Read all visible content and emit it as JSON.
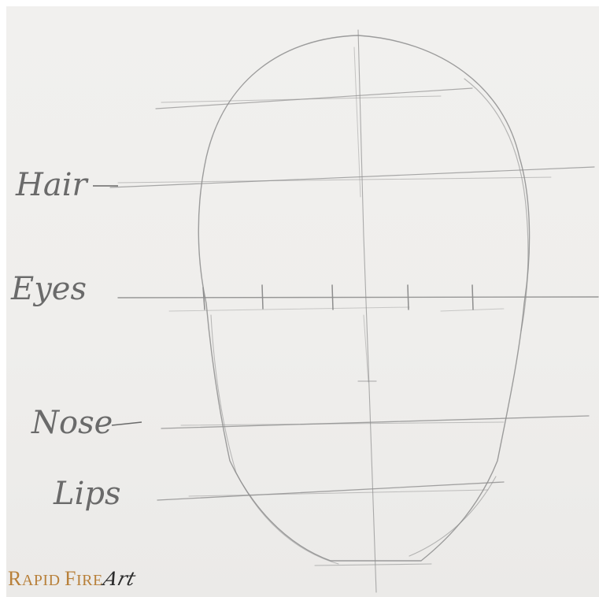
{
  "labels": {
    "hair": "Hair",
    "eyes": "Eyes",
    "nose": "Nose",
    "lips": "Lips"
  },
  "watermark": {
    "text": "RAPID FIRE Art",
    "initial_1": "R",
    "rest_1": "APID ",
    "initial_2": "F",
    "rest_2": "IRE",
    "signature": "Art"
  },
  "colors": {
    "pencil": "#8b8b8b",
    "paper": "#f0efed",
    "watermark": "#b8803a"
  }
}
